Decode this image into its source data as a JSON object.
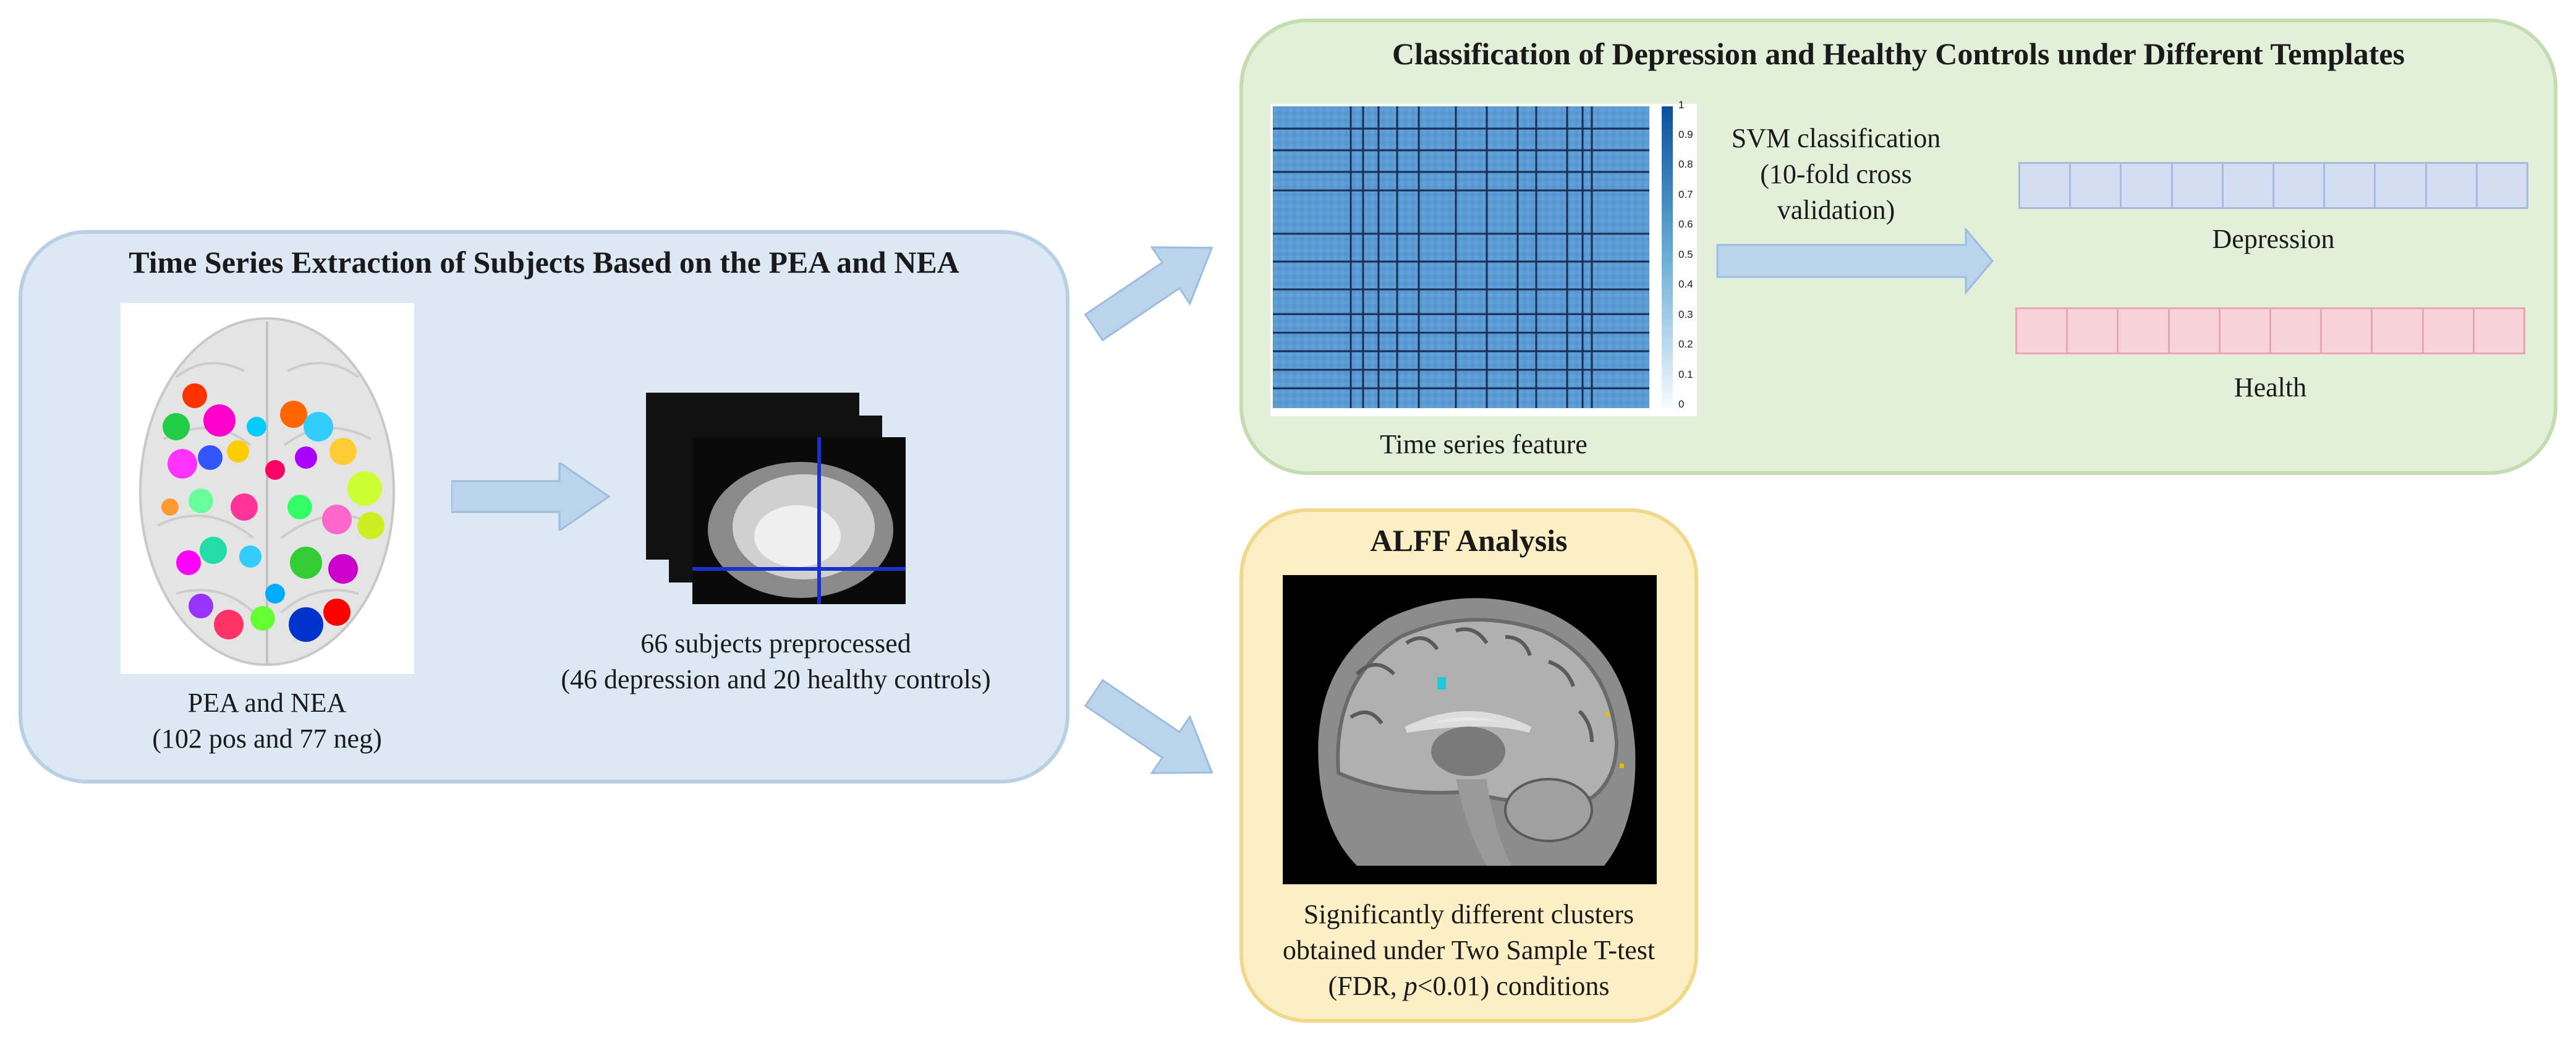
{
  "left_panel": {
    "title": "Time Series Extraction of Subjects Based on the PEA and NEA",
    "brain_caption_line1": "PEA and NEA",
    "brain_caption_line2": "(102 pos and 77 neg)",
    "mri_caption_line1": "66 subjects preprocessed",
    "mri_caption_line2": "(46 depression and 20 healthy controls)"
  },
  "top_panel": {
    "title": "Classification of Depression and Healthy Controls under Different Templates",
    "heatmap_caption": "Time series feature",
    "colorbar_ticks": [
      "1",
      "0.9",
      "0.8",
      "0.7",
      "0.6",
      "0.5",
      "0.4",
      "0.3",
      "0.2",
      "0.1",
      "0"
    ],
    "svm_line1": "SVM classification",
    "svm_line2": "(10-fold cross",
    "svm_line3": "validation)",
    "class_depression": "Depression",
    "class_health": "Health",
    "colors": {
      "depression": "#d4def2",
      "health": "#f8d3da",
      "heatmap": "#5b9bd5"
    }
  },
  "bottom_panel": {
    "title": "ALFF Analysis",
    "caption_line1": "Significantly different clusters",
    "caption_line2": "obtained under Two Sample T-test",
    "caption_fdr": "(FDR, ",
    "caption_p": "p",
    "caption_rest": "<0.01) conditions"
  }
}
